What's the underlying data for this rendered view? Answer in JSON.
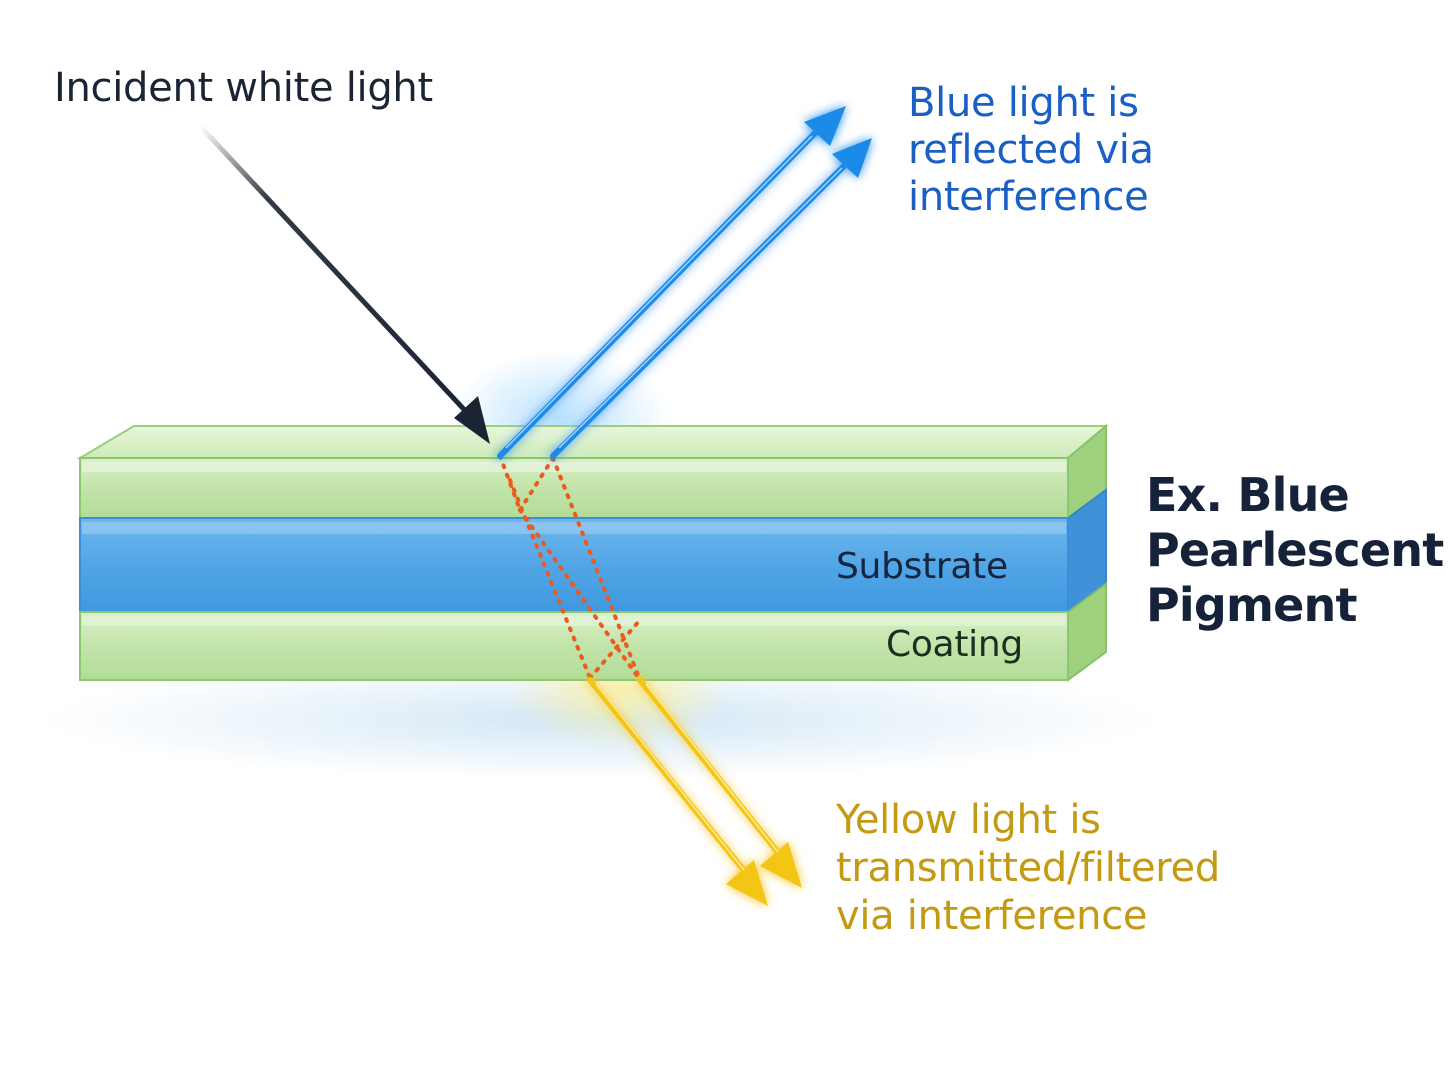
{
  "labels": {
    "incident": "Incident white light",
    "reflected": [
      "Blue light is",
      "reflected via",
      "interference"
    ],
    "transmitted": [
      "Yellow light is",
      "transmitted/filtered",
      "via interference"
    ],
    "pigment_title": [
      "Ex. Blue",
      "Pearlescent",
      "Pigment"
    ],
    "substrate": "Substrate",
    "coating": "Coating"
  },
  "colors": {
    "incident_ray": "#1b2433",
    "reflected_ray": "#1f8ae8",
    "reflected_text": "#1a5fc4",
    "transmitted_ray": "#f5c518",
    "transmitted_text": "#c49a12",
    "internal_path": "#ec5a1f",
    "coating_layer": "#c6e6b0",
    "coating_edge": "#8cc66e",
    "substrate_layer": "#55a8e6"
  },
  "icons": {
    "incident_arrow": "arrow-down-right-icon",
    "reflected_arrows": "arrow-up-right-icon",
    "transmitted_arrows": "arrow-down-right-icon"
  }
}
